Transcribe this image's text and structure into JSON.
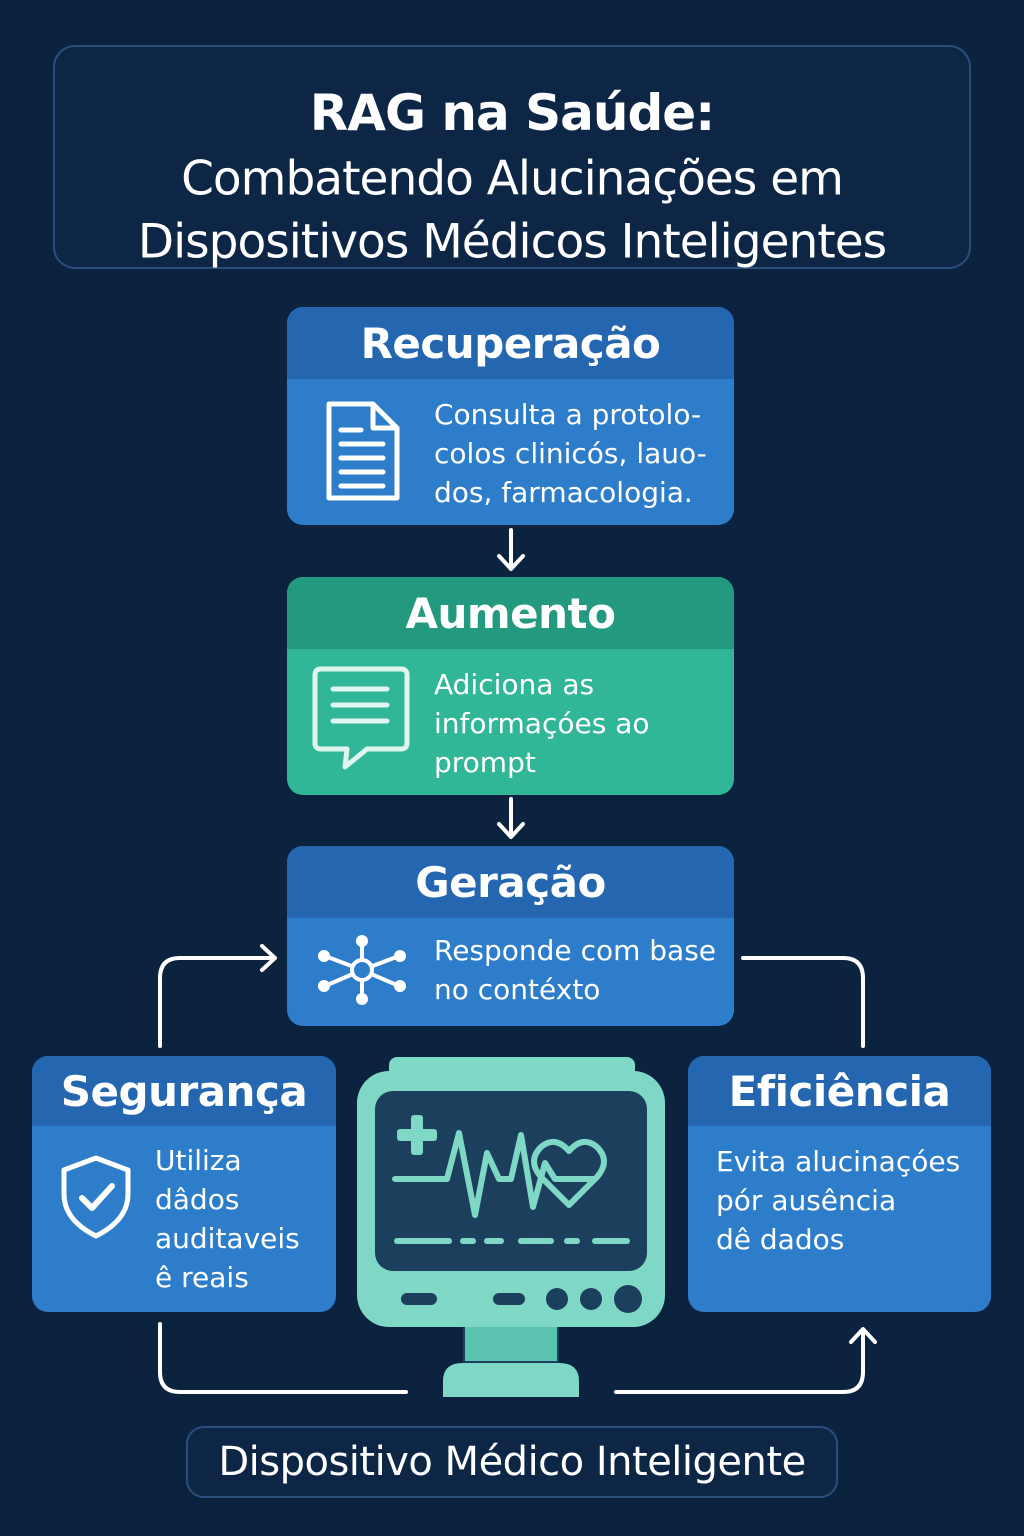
{
  "title": {
    "line1": "RAG na Saúde:",
    "line2": "Combatendo Alucinações em",
    "line3": "Dispositivos Médicos Inteligentes"
  },
  "steps": {
    "recuperacao": {
      "title": "Recuperação",
      "text": "Consulta a protolo-\ncolos clinicós, lauo-\ndos, farmacologia.",
      "icon": "document-icon"
    },
    "aumento": {
      "title": "Aumento",
      "text": "Adiciona as\ninformaçóes ao\nprompt",
      "icon": "chat-bubble-icon"
    },
    "geracao": {
      "title": "Geração",
      "text": "Responde com base\nno contéxto",
      "icon": "network-icon"
    }
  },
  "benefits": {
    "seguranca": {
      "title": "Segurança",
      "text": "Utiliza\ndâdos\nauditaveis\nê reais",
      "icon": "shield-check-icon"
    },
    "eficiencia": {
      "title": "Eficiência",
      "text": "Evita alucinaçóes\npór ausência\ndê dados"
    }
  },
  "device": {
    "label": "Dispositivo Médico Inteligente",
    "icon": "medical-monitor-icon"
  },
  "colors": {
    "background": "#0c2340",
    "blue_card": "#2e7dcb",
    "blue_header": "#2466b0",
    "green_card": "#31b797",
    "green_header": "#239a80",
    "monitor": "#7fd8c6"
  }
}
